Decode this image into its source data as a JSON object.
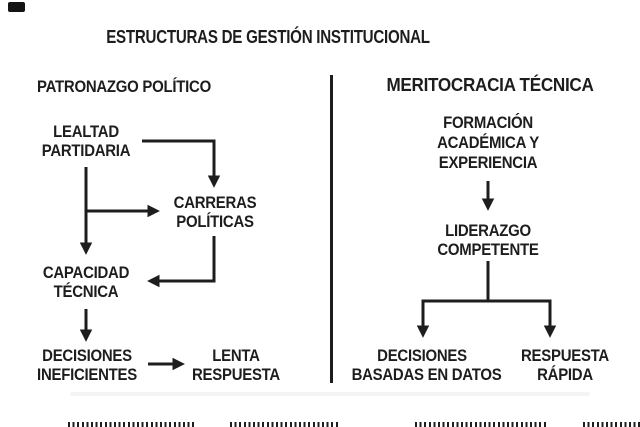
{
  "page_title": "ESTRUCTURAS DE GESTIÓN INSTITUCIONAL",
  "colors": {
    "background": "#ffffff",
    "text": "#1d1d1d",
    "line": "#1d1d1d"
  },
  "left_column": {
    "header": "PATRONAZGO POLÍTICO"
  },
  "right_column": {
    "header": "MERITOCRACIA TÉCNICA"
  },
  "nodes": {
    "lealtad": {
      "lines": [
        "LEALTAD",
        "PARTIDARIA"
      ]
    },
    "carreras": {
      "lines": [
        "CARRERAS",
        "POLÍTICAS"
      ]
    },
    "capacidad": {
      "lines": [
        "CAPACIDAD",
        "TÉCNICA"
      ]
    },
    "ineficientes": {
      "lines": [
        "DECISIONES",
        "INEFICIENTES"
      ]
    },
    "lenta": {
      "lines": [
        "LENTA",
        "RESPUESTA"
      ]
    },
    "formacion": {
      "lines": [
        "FORMACIÓN",
        "ACADÉMICA Y",
        "EXPERIENCIA"
      ]
    },
    "liderazgo": {
      "lines": [
        "LIDERAZGO",
        "COMPETENTE"
      ]
    },
    "datos": {
      "lines": [
        "DECISIONES",
        "BASADAS EN DATOS"
      ]
    },
    "rapida": {
      "lines": [
        "RESPUESTA",
        "RÁPIDA"
      ]
    }
  },
  "edges": [
    {
      "from": "lealtad-partidaria",
      "to": "carreras-politicas"
    },
    {
      "from": "lealtad-partidaria",
      "to": "capacidad-tecnica"
    },
    {
      "from": "lealtad-partidaria",
      "to": "carreras-politicas",
      "note": "side branch from vertical line"
    },
    {
      "from": "carreras-politicas",
      "to": "capacidad-tecnica"
    },
    {
      "from": "capacidad-tecnica",
      "to": "decisiones-ineficientes"
    },
    {
      "from": "decisiones-ineficientes",
      "to": "lenta-respuesta"
    },
    {
      "from": "formacion-academica-y-experiencia",
      "to": "liderazgo-competente"
    },
    {
      "from": "liderazgo-competente",
      "to": "decisiones-basadas-en-datos"
    },
    {
      "from": "liderazgo-competente",
      "to": "respuesta-rapida"
    }
  ]
}
